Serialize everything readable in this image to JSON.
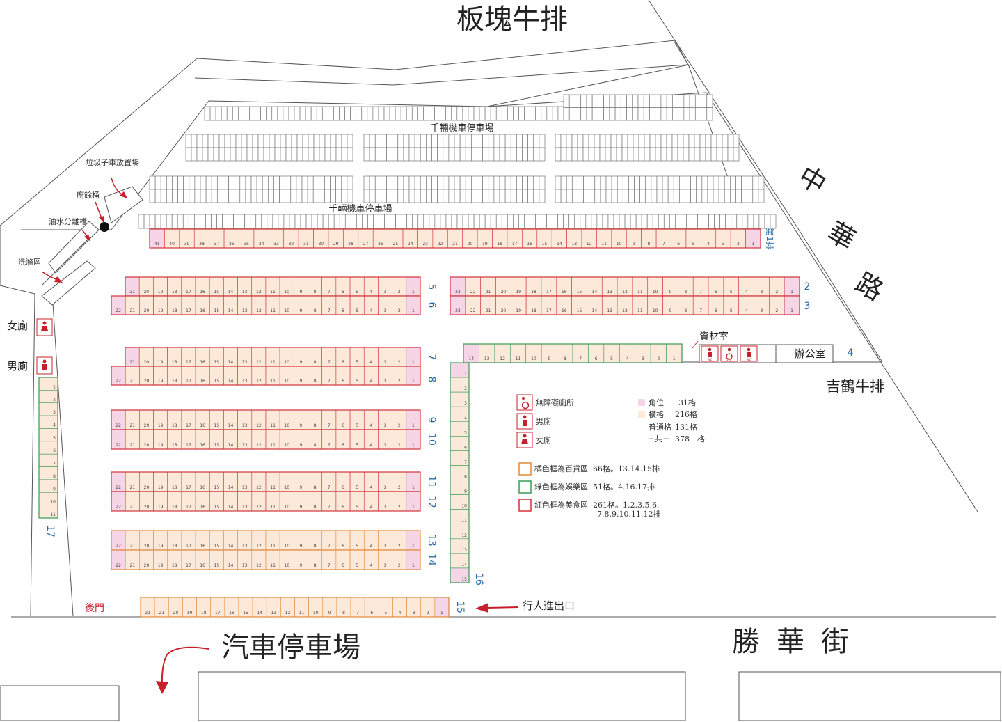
{
  "colors": {
    "corner": "#f6d6e6",
    "horizontal": "#fce9d9",
    "regular": "#ffffff",
    "red_frame": "#d0343c",
    "green_frame": "#3a9a55",
    "orange_frame": "#e08a3a",
    "row_number": "#2a6aa8",
    "accent_red": "#c8202a"
  },
  "streets": {
    "top_market": "板塊牛排",
    "right_road": [
      "中",
      "華",
      "路"
    ],
    "right_market": "吉鶴牛排",
    "bottom_street": [
      "勝",
      "華",
      "街"
    ],
    "car_park": "汽車停車場"
  },
  "motorcycle_lots": {
    "label_top": "千輛機車停車場",
    "label_bottom": "千輛機車停車場"
  },
  "facilities": {
    "garbage": "垃圾子車放置場",
    "kitchen_bin": "廚餘桶",
    "oil_separator": "油水分離槽",
    "wash_area": "洗滌區",
    "women_toilet": "女廁",
    "men_toilet": "男廁",
    "back_gate": "後門",
    "pedestrian_entrance": "行人進出口",
    "storage_room": "資材室",
    "office": "辦公室",
    "toilet_icon_text": "WC"
  },
  "rows": {
    "row1_label": "第1排",
    "labels": [
      "2",
      "3",
      "4",
      "5",
      "6",
      "7",
      "8",
      "9",
      "10",
      "11",
      "12",
      "13",
      "14",
      "15",
      "16",
      "17"
    ]
  },
  "legend": {
    "icons": [
      {
        "icon": "accessible-toilet-icon",
        "label": "無障礙廁所"
      },
      {
        "icon": "men-toilet-icon",
        "label": "男廁"
      },
      {
        "icon": "women-toilet-icon",
        "label": "女廁"
      }
    ],
    "stats": [
      {
        "label": "角位",
        "value": "31格"
      },
      {
        "label": "橫格",
        "value": "216格"
      },
      {
        "label": "普通格",
        "value": "131格"
      },
      {
        "label": "－共－",
        "value": "378　格"
      }
    ],
    "zones": [
      {
        "label": "橘色框為百貨區",
        "detail": "66格。13.14.15排",
        "detail2": ""
      },
      {
        "label": "綠色框為娛樂區",
        "detail": "51格。4.16.17排",
        "detail2": ""
      },
      {
        "label": "紅色框為美食區",
        "detail": "261格。1.2.3.5.6.",
        "detail2": "7.8.9.10.11.12排"
      }
    ]
  }
}
